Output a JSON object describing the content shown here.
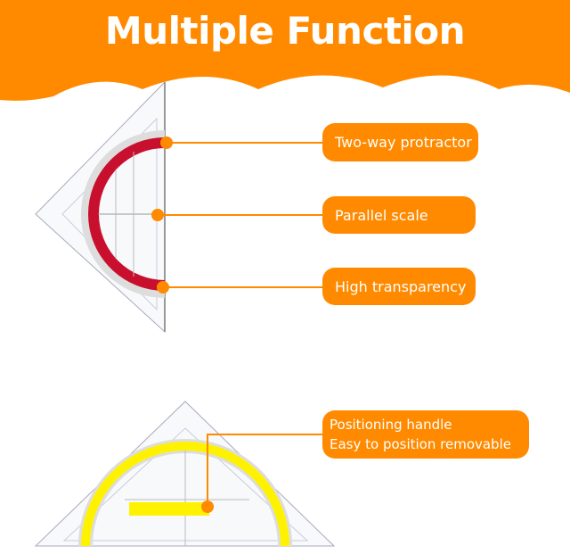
{
  "header": {
    "title": "Multiple Function"
  },
  "colors": {
    "accent": "#FF8A00",
    "protractor_arc": "#C8102E",
    "handle": "#FFF200"
  },
  "callouts": [
    {
      "label": "Two-way protractor"
    },
    {
      "label": "Parallel scale"
    },
    {
      "label": "High transparency"
    },
    {
      "line1": "Positioning handle",
      "line2": "Easy to position removable"
    }
  ]
}
